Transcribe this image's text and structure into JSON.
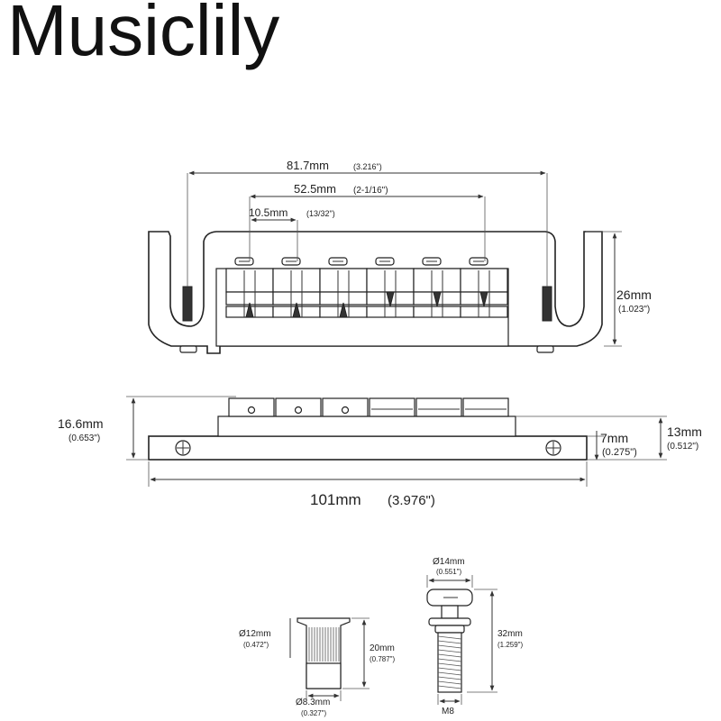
{
  "brand": "Musiclily",
  "top_view": {
    "dim_outer_post": "81.7mm",
    "dim_outer_post_in": "(3.216\")",
    "dim_inner_post": "52.5mm",
    "dim_inner_post_in": "(2-1/16\")",
    "dim_saddle": "10.5mm",
    "dim_saddle_in": "(13/32\")",
    "dim_height": "26mm",
    "dim_height_in": "(1.023\")"
  },
  "side_view": {
    "dim_total_height": "16.6mm",
    "dim_total_height_in": "(0.653\")",
    "dim_base": "7mm",
    "dim_base_in": "(0.275\")",
    "dim_mid": "13mm",
    "dim_mid_in": "(0.512\")",
    "dim_length": "101mm",
    "dim_length_in": "(3.976\")"
  },
  "bushing": {
    "dim_diameter": "Ø12mm",
    "dim_diameter_in": "(0.472\")",
    "dim_height": "20mm",
    "dim_height_in": "(0.787\")",
    "dim_inner": "Ø8.3mm",
    "dim_inner_in": "(0.327\")"
  },
  "stud": {
    "dim_head": "Ø14mm",
    "dim_head_in": "(0.551\")",
    "dim_length": "32mm",
    "dim_length_in": "(1.259\")",
    "thread": "M8"
  }
}
